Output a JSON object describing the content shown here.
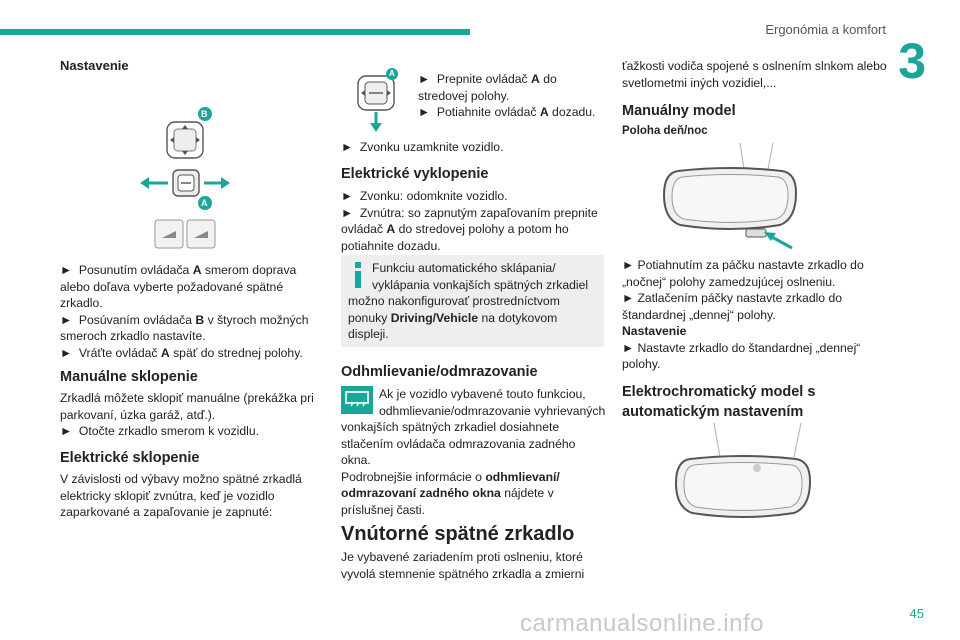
{
  "header": {
    "title": "Ergonómia a komfort",
    "chapter": "3",
    "page": "45",
    "watermark": "carmanualsonline.info"
  },
  "col1": {
    "nastavenie_title": "Nastavenie",
    "diagram_labels": {
      "b": "B",
      "a": "A"
    },
    "steps": [
      {
        "bullet": "►",
        "pre": "Posunutím ovládača ",
        "bold": "A",
        "post": " smerom doprava",
        "lines": [
          "alebo doľava vyberte požadované spätné",
          "zrkadlo."
        ]
      },
      {
        "bullet": "►",
        "pre": "Posúvaním ovládača ",
        "bold": "B",
        "post": " v štyroch možných",
        "lines": [
          "smeroch zrkadlo nastavíte."
        ]
      },
      {
        "bullet": "►",
        "pre": "Vráťte ovládač ",
        "bold": "A",
        "post": " späť do strednej polohy.",
        "lines": []
      }
    ],
    "manual_title": "Manuálne sklopenie",
    "manual_lines": [
      "Zrkadlá môžete sklopiť manuálne (prekážka pri",
      "parkovaní, úzka garáž, atď.)."
    ],
    "manual_step": "Otočte zrkadlo smerom k vozidlu.",
    "electric_title": "Elektrické sklopenie",
    "electric_lines": [
      "V závislosti od výbavy možno spätné zrkadlá",
      "elektricky sklopiť zvnútra, keď je vozidlo",
      "zaparkované a zapaľovanie je zapnuté:"
    ]
  },
  "col2": {
    "diagram_label": "A",
    "top_steps": [
      {
        "bullet": "►",
        "pre": "Prepnite ovládač ",
        "bold": "A",
        "post": " do"
      },
      {
        "text": "stredovej polohy."
      },
      {
        "bullet": "►",
        "pre": "Potiahnite ovládač ",
        "bold": "A",
        "post": " dozadu."
      }
    ],
    "lock_step": "Zvonku uzamknite vozidlo.",
    "unfold_title": "Elektrické vyklopenie",
    "unfold_step1": "Zvonku: odomknite vozidlo.",
    "unfold_step2_pre": "Zvnútra: so zapnutým zapaľovaním prepnite",
    "unfold_step2_l2_pre": "ovládač ",
    "unfold_step2_bold": "A",
    "unfold_step2_l2_post": " do stredovej polohy a potom ho",
    "unfold_step2_l3": "potiahnite dozadu.",
    "note_lines": [
      "Funkciu automatického sklápania/",
      "vyklápania vonkajších spätných zrkadiel",
      "možno nakonfigurovať prostredníctvom"
    ],
    "note_l4_pre": "ponuky ",
    "note_l4_bold": "Driving/Vehicle",
    "note_l4_post": " na dotykovom",
    "note_l5": "displeji.",
    "defrost_title": "Odhmlievanie/odmrazovanie",
    "defrost_lines": [
      "Ak je vozidlo vybavené touto funkciou,",
      "odhmlievanie/odmrazovanie vyhrievaných",
      "vonkajších spätných zrkadiel dosiahnete",
      "stlačením ovládača odmrazovania zadného",
      "okna."
    ],
    "defrost_more_pre": "Podrobnejšie informácie o ",
    "defrost_more_bold": "odhmlievaní/",
    "defrost_more_l2_bold": "odmrazovaní zadného okna",
    "defrost_more_l2_post": " nájdete v",
    "defrost_more_l3": "príslušnej časti.",
    "interior_title": "Vnútorné spätné zrkadlo",
    "interior_lines": [
      "Je vybavené zariadením proti oslneniu, ktoré",
      "vyvolá stemnenie spätného zrkadla a zmierni"
    ]
  },
  "col3": {
    "cont_lines": [
      "ťažkosti vodiča spojené s oslnením slnkom alebo",
      "svetlometmi iných vozidiel,..."
    ],
    "manual_model_title": "Manuálny model",
    "daynight_title": "Poloha deň/noc",
    "steps_lines": [
      "► Potiahnutím za páčku nastavte zrkadlo do",
      "„nočnej“ polohy zamedzujúcej oslneniu.",
      "► Zatlačením páčky nastavte zrkadlo do",
      "štandardnej „dennej“ polohy."
    ],
    "setting_title": "Nastavenie",
    "setting_lines": [
      "► Nastavte zrkadlo do štandardnej „dennej“",
      "polohy."
    ],
    "electro_title_lines": [
      "Elektrochromatický model s",
      "automatickým nastavením"
    ]
  }
}
